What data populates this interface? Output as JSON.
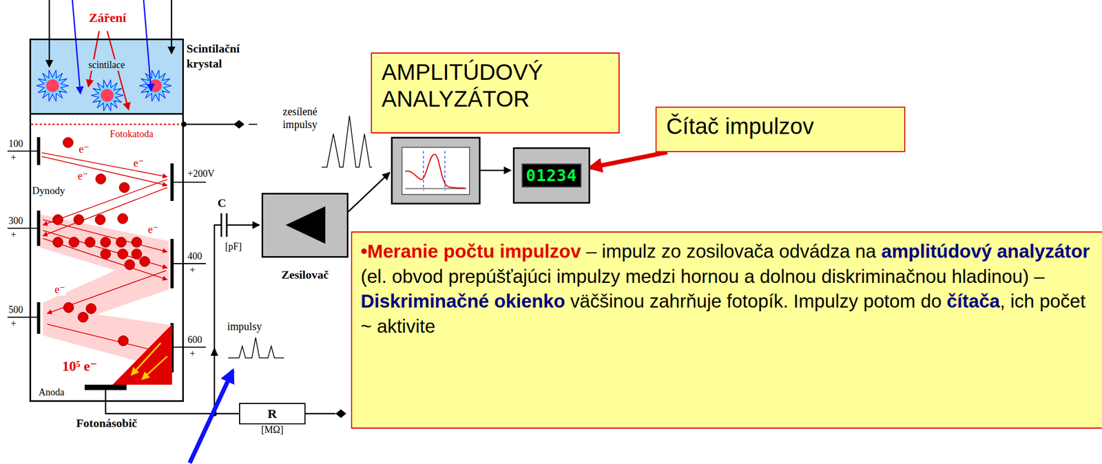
{
  "diagram": {
    "nodes": [
      {
        "text": [
          "Scintilační krystal",
          "scintilace"
        ]
      },
      {
        "text": [
          "Fotonásobič"
        ]
      },
      {
        "text": [
          "AMPLITÚDOVÝ ANALYZÁTOR"
        ]
      },
      {
        "text": [
          "Čítač impulzov"
        ]
      },
      {
        "text": [
          "Zesilovač"
        ]
      },
      {
        "text": [
          "01234"
        ]
      },
      {
        "text": [
          "R",
          "[MΩ]"
        ]
      },
      {
        "text": [
          "•Meranie počtu impulzov",
          "– impulz zo zosilovača odvádza na",
          "amplitúdový analyzátor",
          "(el. obvod prepúšťajúci impulzy medzi hornou a dolnou diskriminačnou hladinou) –",
          "Diskriminačné okienko",
          "väčšinou zahrňuje fotopík.  Impulzy potom do",
          "čítača",
          ", ich počet  ~ aktivite"
        ]
      }
    ],
    "edges": [
      {
        "from": 3,
        "to": 5,
        "arrow": "to"
      }
    ],
    "labels": [
      "Záření",
      "Fotokatoda",
      "100",
      "+",
      "+200V",
      "Dynody",
      "300",
      "+",
      "400",
      "+",
      "500",
      "+",
      "600",
      "+",
      "e⁻",
      "e⁻",
      "e⁻",
      "e⁻",
      "e⁻",
      "10⁵ e⁻",
      "Anoda",
      "C",
      "[pF]",
      "impulsy",
      "zesílené impulsy"
    ]
  }
}
